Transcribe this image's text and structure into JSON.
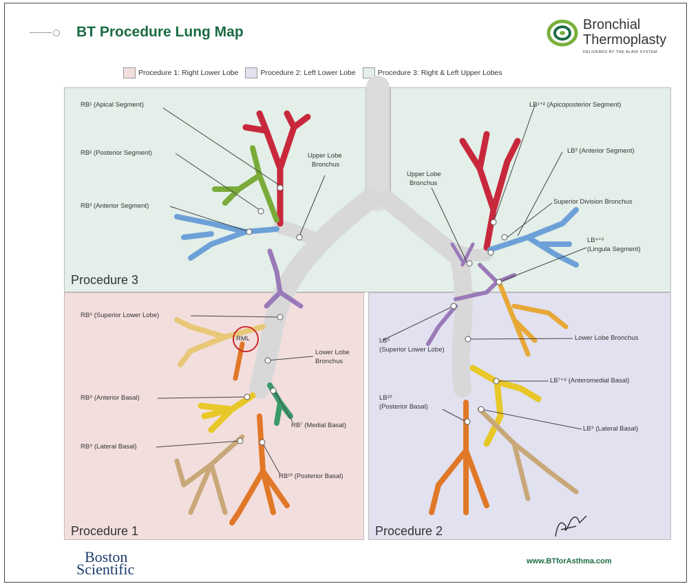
{
  "header": {
    "title": "BT Procedure Lung Map",
    "logo_line1": "Bronchial",
    "logo_line2": "Thermoplasty",
    "logo_sub": "DELIVERED BY THE ALAIR SYSTEM"
  },
  "legend": [
    {
      "label": "Procedure 1: Right Lower Lobe",
      "color": "#f3dede"
    },
    {
      "label": "Procedure 2: Left Lower Lobe",
      "color": "#e1e1f0"
    },
    {
      "label": "Procedure 3: Right & Left Upper Lobes",
      "color": "#e3efe8"
    }
  ],
  "panels": {
    "procedure3": "Procedure 3",
    "procedure1": "Procedure 1",
    "procedure2": "Procedure 2"
  },
  "labels": {
    "rb1": "RB¹ (Apical Segment)",
    "rb2": "RB² (Posterior Segment)",
    "rb3": "RB³ (Anterior Segment)",
    "upper_lobe_right_1": "Upper Lobe",
    "upper_lobe_right_2": "Bronchus",
    "lb12": "LB¹⁺² (Apicoposterior Segment)",
    "lb3": "LB³ (Anterior Segment)",
    "superior_division": "Superior Division Bronchus",
    "lb45_1": "LB⁴⁺⁵",
    "lb45_2": "(Lingula Segment)",
    "upper_lobe_left_1": "Upper Lobe",
    "upper_lobe_left_2": "Bronchus",
    "rb6": "RB⁶ (Superior Lower Lobe)",
    "rml": "RML",
    "lower_lobe_right_1": "Lower Lobe",
    "lower_lobe_right_2": "Bronchus",
    "rb8": "RB⁸ (Anterior Basal)",
    "rb7": "RB⁷ (Medial Basal)",
    "rb9": "RB⁹ (Lateral Basal)",
    "rb10": "RB¹⁰ (Posterior Basal)",
    "lb6_1": "LB⁶",
    "lb6_2": "(Superior Lower Lobe)",
    "lower_lobe_left": "Lower Lobe Bronchus",
    "lb78": "LB⁷⁺⁸ (Anteromedial Basal)",
    "lb10_1": "LB¹⁰",
    "lb10_2": "(Posterior Basal)",
    "lb9": "LB⁹ (Lateral Basal)"
  },
  "footer": {
    "company_line1": "Boston",
    "company_line2": "Scientific",
    "url": "www.BTforAsthma.com"
  },
  "colors": {
    "trachea": "#dcdcdc",
    "red": "#c8283c",
    "green": "#7aab3a",
    "blue": "#6ea0d8",
    "purple": "#9a7ab8",
    "yellow": "#e8c828",
    "orange": "#e07828",
    "tan": "#c8a878",
    "teal": "#3a9a6a"
  }
}
